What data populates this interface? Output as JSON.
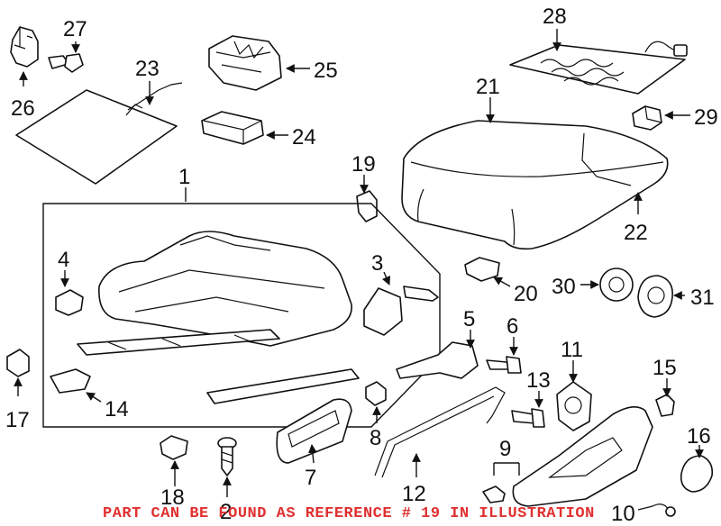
{
  "diagram": {
    "callouts": [
      {
        "id": "c1",
        "text": "1"
      },
      {
        "id": "c2",
        "text": "2"
      },
      {
        "id": "c3",
        "text": "3"
      },
      {
        "id": "c4",
        "text": "4"
      },
      {
        "id": "c5",
        "text": "5"
      },
      {
        "id": "c6",
        "text": "6"
      },
      {
        "id": "c7",
        "text": "7"
      },
      {
        "id": "c8",
        "text": "8"
      },
      {
        "id": "c9",
        "text": "9"
      },
      {
        "id": "c10",
        "text": "10"
      },
      {
        "id": "c11",
        "text": "11"
      },
      {
        "id": "c12",
        "text": "12"
      },
      {
        "id": "c13",
        "text": "13"
      },
      {
        "id": "c14",
        "text": "14"
      },
      {
        "id": "c15",
        "text": "15"
      },
      {
        "id": "c16",
        "text": "16"
      },
      {
        "id": "c17",
        "text": "17"
      },
      {
        "id": "c18",
        "text": "18"
      },
      {
        "id": "c19",
        "text": "19"
      },
      {
        "id": "c20",
        "text": "20"
      },
      {
        "id": "c21",
        "text": "21"
      },
      {
        "id": "c22",
        "text": "22"
      },
      {
        "id": "c23",
        "text": "23"
      },
      {
        "id": "c24",
        "text": "24"
      },
      {
        "id": "c25",
        "text": "25"
      },
      {
        "id": "c26",
        "text": "26"
      },
      {
        "id": "c27",
        "text": "27"
      },
      {
        "id": "c28",
        "text": "28"
      },
      {
        "id": "c29",
        "text": "29"
      },
      {
        "id": "c30",
        "text": "30"
      },
      {
        "id": "c31",
        "text": "31"
      }
    ],
    "notice": "PART CAN BE FOUND AS REFERENCE # 19 IN ILLUSTRATION",
    "colors": {
      "line": "#111111",
      "background": "#ffffff",
      "notice": "#e03030"
    }
  }
}
